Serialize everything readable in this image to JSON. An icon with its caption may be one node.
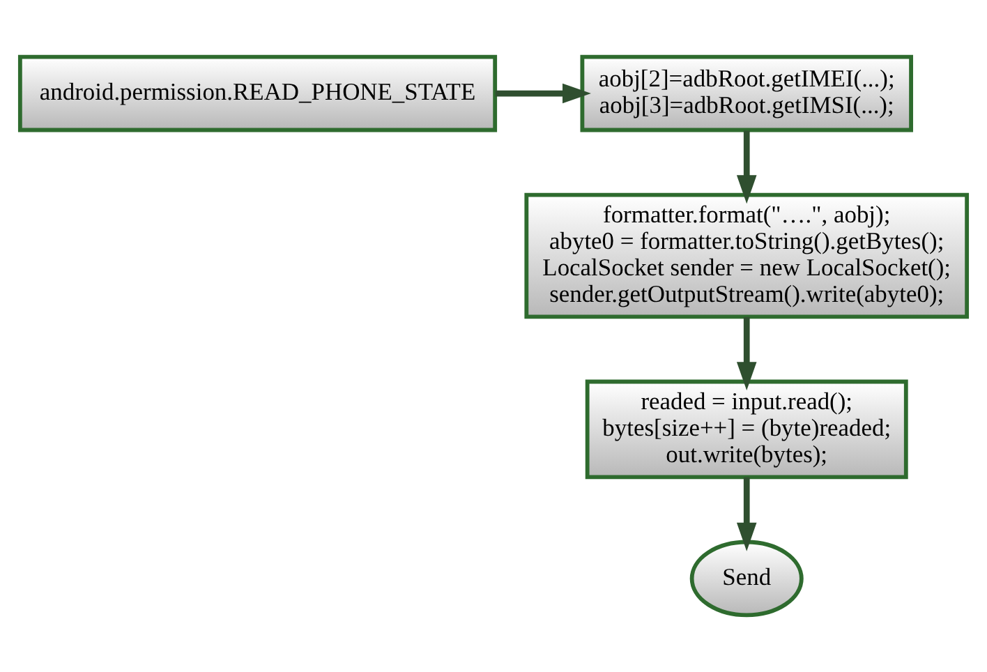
{
  "diagram": {
    "nodes": [
      {
        "text": [
          "android.permission.READ_PHONE_STATE"
        ]
      },
      {
        "text": [
          "aobj[2]=adbRoot.getIMEI(...);",
          "aobj[3]=adbRoot.getIMSI(...);"
        ]
      },
      {
        "text": [
          "formatter.format(\"….\", aobj);",
          "abyte0 = formatter.toString().getBytes();",
          "LocalSocket sender = new LocalSocket();",
          "sender.getOutputStream().write(abyte0);"
        ]
      },
      {
        "text": [
          "readed = input.read();",
          "bytes[size++] = (byte)readed;",
          "out.write(bytes);"
        ]
      },
      {
        "text": [
          "Send"
        ]
      }
    ],
    "edges": [
      {
        "from": 0,
        "to": 1,
        "arrow": "to"
      },
      {
        "from": 1,
        "to": 2,
        "arrow": "to"
      },
      {
        "from": 2,
        "to": 3,
        "arrow": "to"
      },
      {
        "from": 3,
        "to": 4,
        "arrow": "to"
      }
    ]
  }
}
